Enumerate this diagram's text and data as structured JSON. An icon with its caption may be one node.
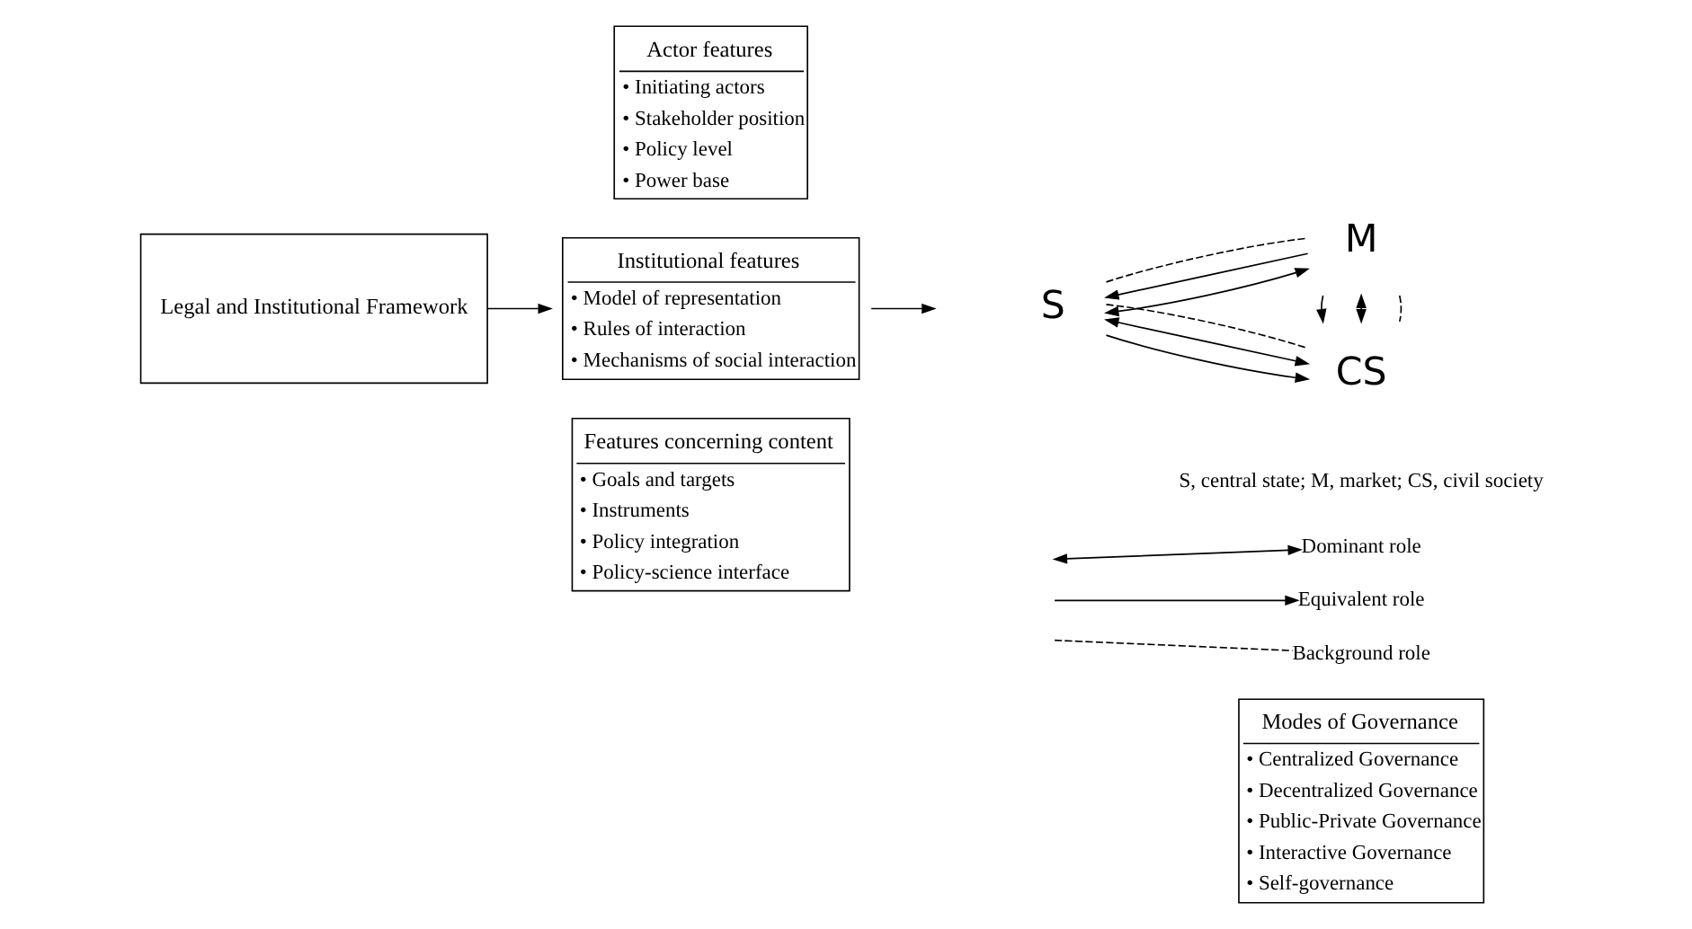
{
  "diagram": {
    "nodes": [
      {
        "text": [
          "Legal and Institutional Framework"
        ]
      },
      {
        "text": [
          "Actor features",
          "• Initiating actors",
          "• Stakeholder position",
          "• Policy level",
          "• Power base"
        ]
      },
      {
        "text": [
          "Institutional features",
          "• Model of representation",
          "• Rules of interaction",
          "• Mechanisms of social interaction"
        ]
      },
      {
        "text": [
          "Features concerning content",
          "• Goals and targets",
          "• Instruments",
          "• Policy integration",
          "• Policy-science interface"
        ]
      },
      {
        "text": [
          "S"
        ]
      },
      {
        "text": [
          "M"
        ]
      },
      {
        "text": [
          "CS"
        ]
      },
      {
        "text": [
          "Modes of Governance",
          "• Centralized Governance",
          "• Decentralized Governance",
          "• Public-Private Governance",
          "• Interactive Governance",
          "• Self-governance"
        ]
      }
    ],
    "edges": [
      {
        "from": 0,
        "to": 2,
        "arrow": "to"
      },
      {
        "from": 2,
        "to": null,
        "arrow": "to"
      },
      {
        "from": 5,
        "to": 4,
        "arrow": "to"
      },
      {
        "from": 4,
        "to": 5,
        "arrow": "both"
      },
      {
        "from": 4,
        "to": 5,
        "arrow": "none",
        "style": "dashed"
      },
      {
        "from": 4,
        "to": 6,
        "arrow": "to"
      },
      {
        "from": 4,
        "to": 6,
        "arrow": "both"
      },
      {
        "from": 4,
        "to": 6,
        "arrow": "none",
        "style": "dashed"
      },
      {
        "from": 5,
        "to": 6,
        "arrow": "none",
        "style": "dashed"
      },
      {
        "from": 5,
        "to": 6,
        "arrow": "both"
      },
      {
        "from": 5,
        "to": 6,
        "arrow": "to"
      }
    ],
    "labels": [
      "S, central state; M, market; CS, civil society"
    ],
    "legend": [
      {
        "text": "Dominant role"
      },
      {
        "text": "Equivalent role"
      },
      {
        "text": "Background role"
      }
    ]
  }
}
